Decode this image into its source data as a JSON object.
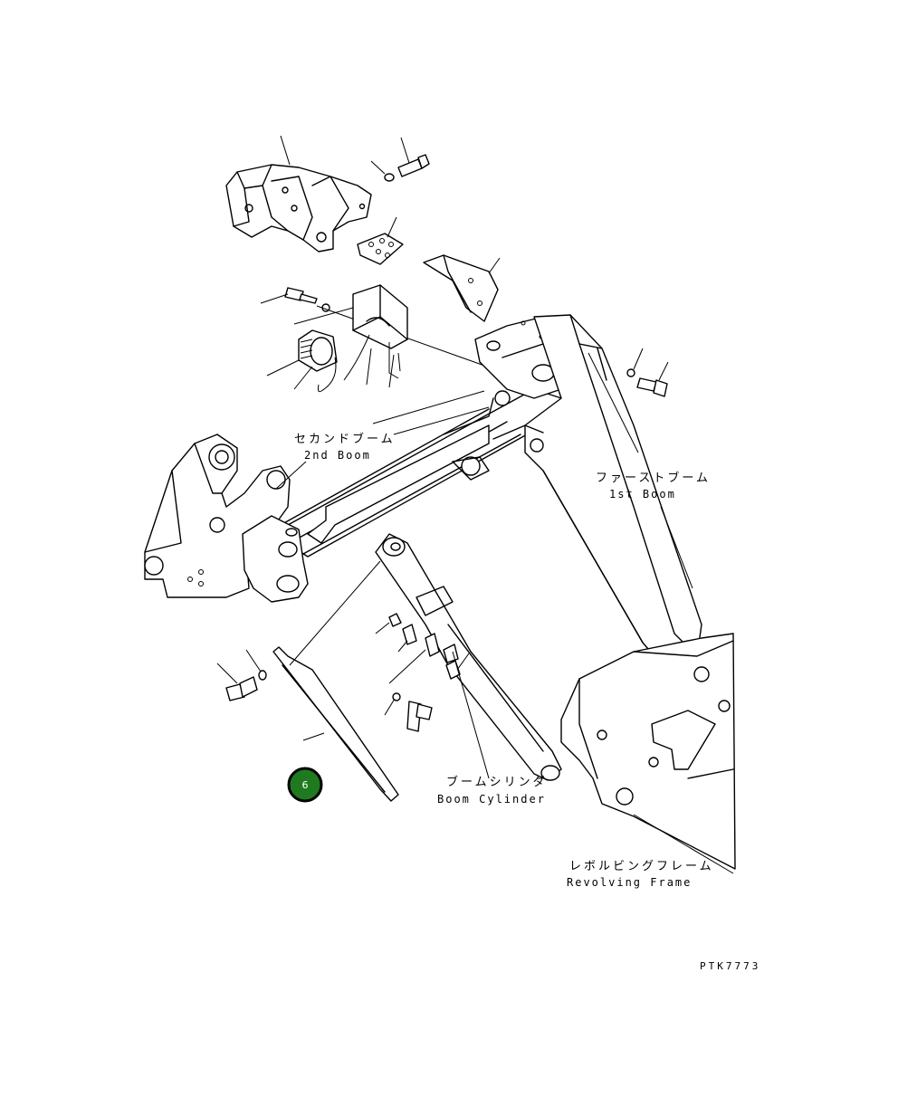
{
  "labels": {
    "second_boom_jp": "セカンドブーム",
    "second_boom_en": "2nd Boom",
    "first_boom_jp": "ファーストブーム",
    "first_boom_en": "1st Boom",
    "boom_cylinder_jp": "ブームシリンダ",
    "boom_cylinder_en": "Boom Cylinder",
    "revolving_frame_jp": "レボルビングフレーム",
    "revolving_frame_en": "Revolving Frame"
  },
  "drawing_code": "PTK7773",
  "callout": {
    "number": "6",
    "color": "#1f7a1f"
  },
  "colors": {
    "line": "#000000",
    "background": "#ffffff"
  }
}
